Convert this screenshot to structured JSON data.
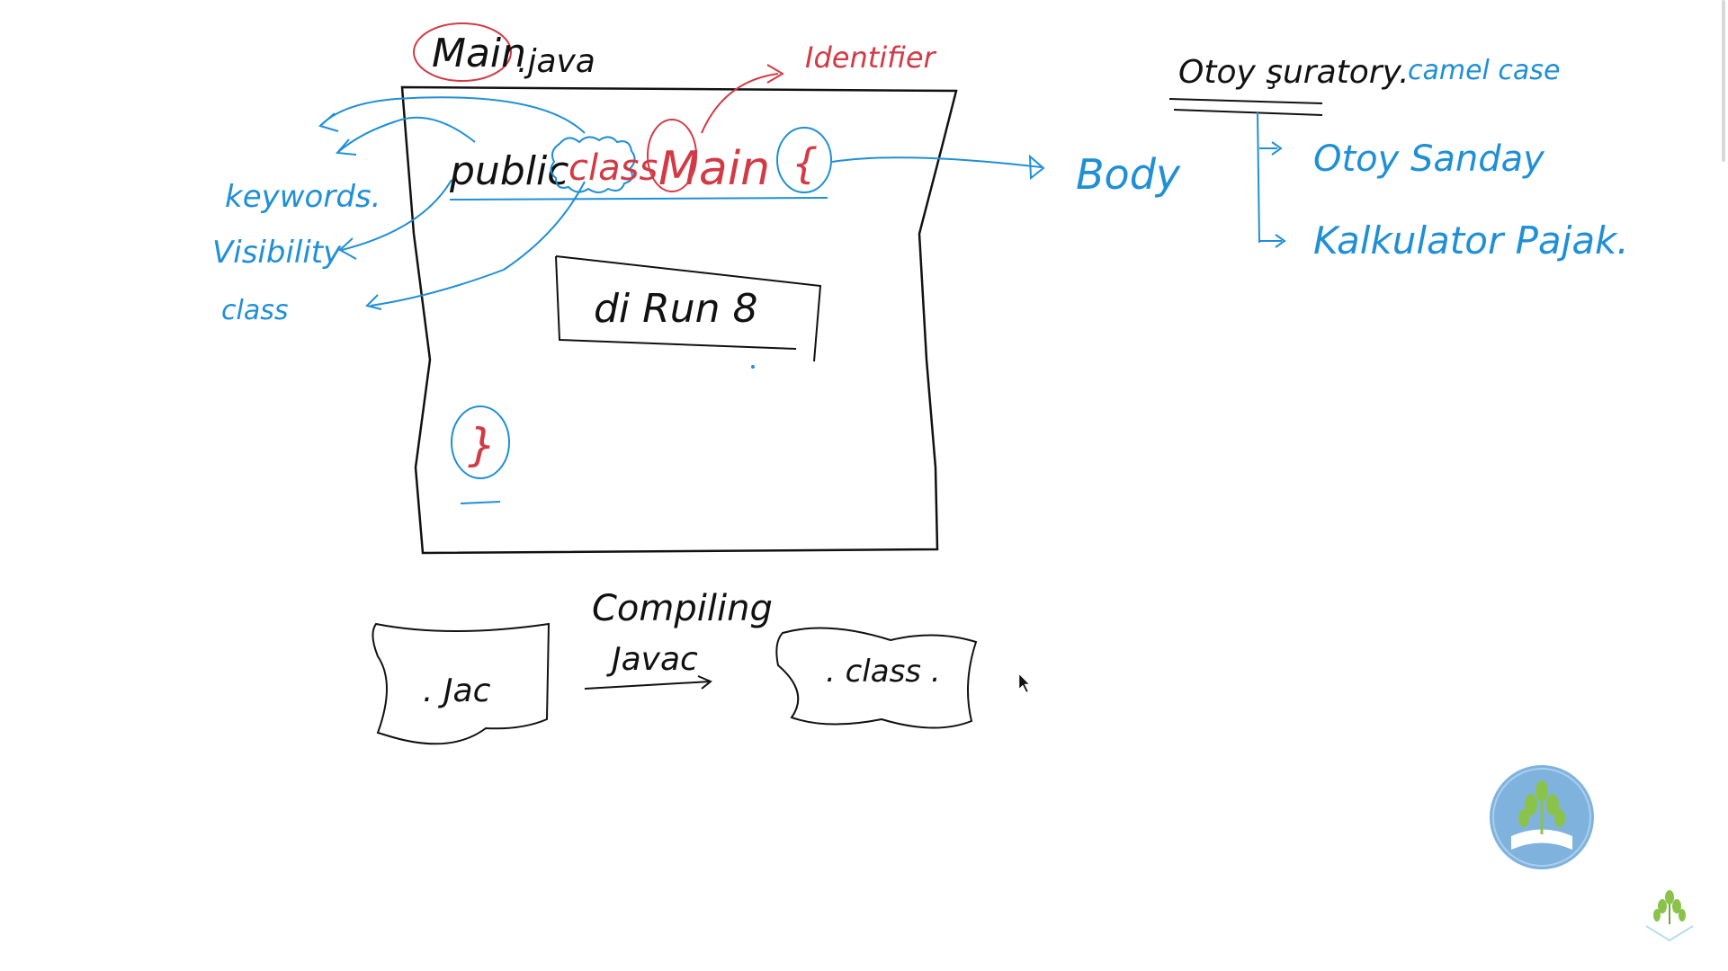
{
  "colors": {
    "ink_black": "#111111",
    "ink_blue": "#1f8fd6",
    "ink_red": "#d23a45",
    "logo_circle": "#7fb3dd",
    "logo_green": "#8bc34a"
  },
  "filename": {
    "name": "Main",
    "ext": ".java"
  },
  "code": {
    "public": "public",
    "class": "class",
    "main": "Main",
    "open_brace": "{",
    "body_text": "di Run 8",
    "close_brace": "}"
  },
  "labels": {
    "identifier": "Identifier",
    "keywords": "keywords.",
    "visibility": "Visibility",
    "class": "class",
    "body": "Body"
  },
  "naming": {
    "title": "Otoy şuratory.",
    "camel": "camel case",
    "item1": "Otoy Sanday",
    "item2": "Kalkulator Pajak."
  },
  "compile": {
    "compiling": "Compiling",
    "javac": "Javac",
    "java_file": ". Jac",
    "class_file": ". class ."
  },
  "icons": {
    "logo_main": "sprout-book-icon",
    "logo_corner": "sprout-icon",
    "cursor": "mouse-cursor-icon"
  }
}
